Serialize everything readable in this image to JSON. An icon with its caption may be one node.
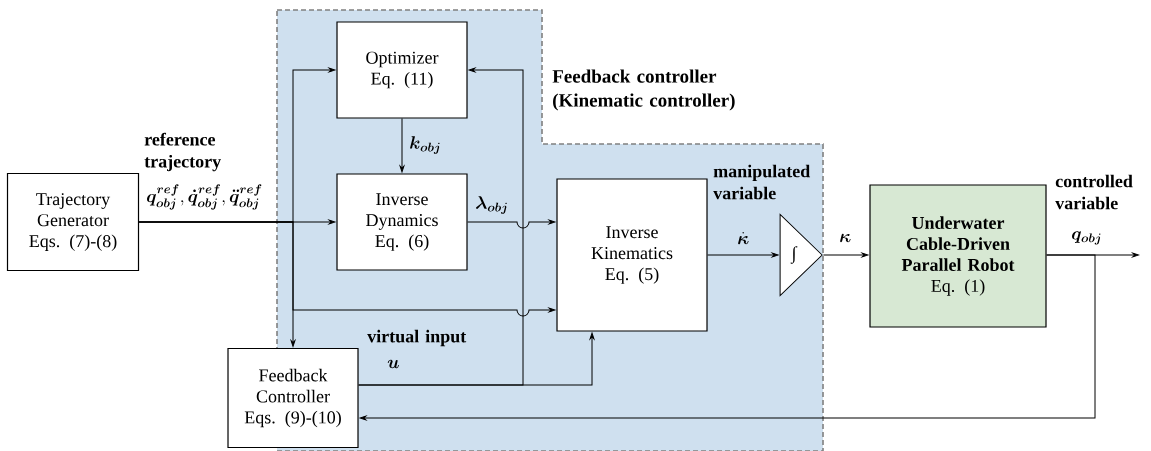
{
  "diagram": {
    "nodes": [
      {
        "text": [
          "Feedback controller (Kinematic controller)"
        ]
      },
      {
        "text": [
          "Optimizer Eq. (11)"
        ],
        "in": 0
      },
      {
        "text": [
          "Trajectory Generator Eqs. (7)-(8)"
        ]
      },
      {
        "text": [
          "Inverse Dynamics Eq. (6)"
        ],
        "in": 0
      },
      {
        "text": [
          "Inverse Kinematics Eq. (5)"
        ],
        "in": 0
      },
      {
        "text": [
          "∫"
        ],
        "in": 0
      },
      {
        "text": [
          "Underwater Cable-Driven Parallel Robot",
          "Eq. (1)"
        ]
      },
      {
        "text": [
          "Feedback Controller Eqs. (9)-(10)"
        ]
      }
    ],
    "edges": [
      {
        "from": 2,
        "to": 3,
        "arrow": "to",
        "label": "reference trajectory"
      },
      {
        "from": 2,
        "to": 1,
        "arrow": "to"
      },
      {
        "from": 2,
        "to": 4,
        "arrow": "to"
      },
      {
        "from": 2,
        "to": 7,
        "arrow": "to"
      },
      {
        "from": 1,
        "to": 3,
        "arrow": "to",
        "label": "\\boldsymbol{k_{obj}}"
      },
      {
        "from": 3,
        "to": 4,
        "arrow": "to",
        "label": "\\boldsymbol{\\lambda_{obj}}"
      },
      {
        "from": 4,
        "to": 5,
        "arrow": "to",
        "label": "\\dot{\\boldsymbol{\\kappa}}"
      },
      {
        "from": 5,
        "to": 6,
        "arrow": "to",
        "label": "\\boldsymbol{\\kappa}"
      },
      {
        "from": 6,
        "to": null,
        "arrow": "to",
        "label": "\\boldsymbol{q_{obj}}"
      },
      {
        "from": 6,
        "to": 7,
        "arrow": "to"
      },
      {
        "from": 7,
        "to": 4,
        "arrow": "to",
        "label": "virtual input"
      },
      {
        "from": 7,
        "to": 1,
        "arrow": "to"
      }
    ],
    "labels": [
      "\\boldsymbol{q^{ref}_{obj}}, \\boldsymbol{\\dot{q}^{ref}_{obj}}, \\boldsymbol{\\ddot{q}^{ref}_{obj}}",
      "\\boldsymbol{u}",
      "manipulated variable",
      "controlled variable"
    ]
  }
}
